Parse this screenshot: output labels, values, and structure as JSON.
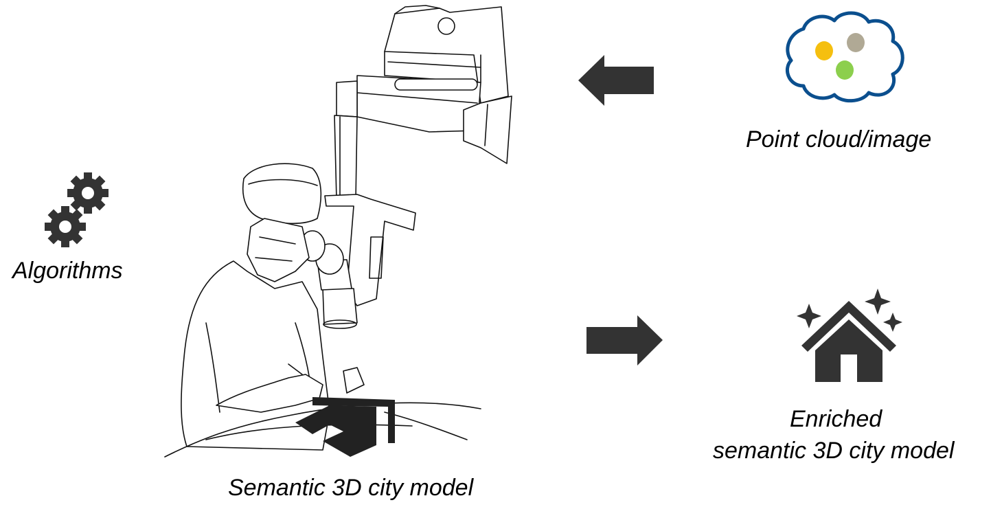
{
  "labels": {
    "algorithms": "Algorithms",
    "input": "Point cloud/image",
    "base_model": "Semantic 3D city model",
    "output_line1": "Enriched",
    "output_line2": "semantic 3D city model"
  },
  "icons": {
    "algorithms": "gears-icon",
    "input": "point-cloud-icon",
    "output": "sparkling-house-icon",
    "central": "surgeon-microscope-illustration"
  },
  "colors": {
    "arrow": "#333333",
    "cloud_outline": "#0b4f8e",
    "dot_yellow": "#f5bf0f",
    "dot_gray": "#b0a995",
    "dot_green": "#8ccf4d",
    "icon_dark": "#333333"
  }
}
